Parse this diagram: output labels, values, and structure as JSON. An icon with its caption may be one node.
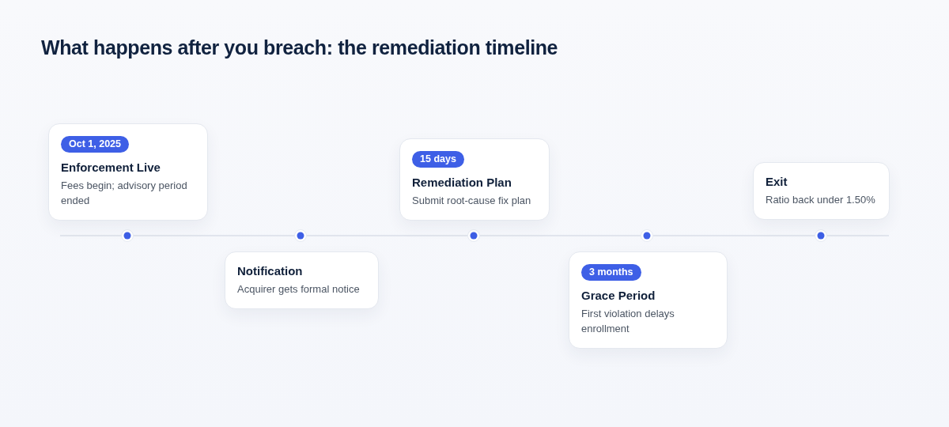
{
  "diagram": {
    "title": "What happens after you breach: the remediation timeline",
    "nodes": [
      {
        "text": [
          "Oct 1, 2025",
          "Enforcement Live",
          "Fees begin; advisory period ended"
        ]
      },
      {
        "text": [
          "Notification",
          "Acquirer gets formal notice"
        ]
      },
      {
        "text": [
          "15 days",
          "Remediation Plan",
          "Submit root-cause fix plan"
        ]
      },
      {
        "text": [
          "3 months",
          "Grace Period",
          "First violation delays enrollment"
        ]
      },
      {
        "text": [
          "Exit",
          "Ratio back under 1.50%"
        ]
      }
    ]
  }
}
